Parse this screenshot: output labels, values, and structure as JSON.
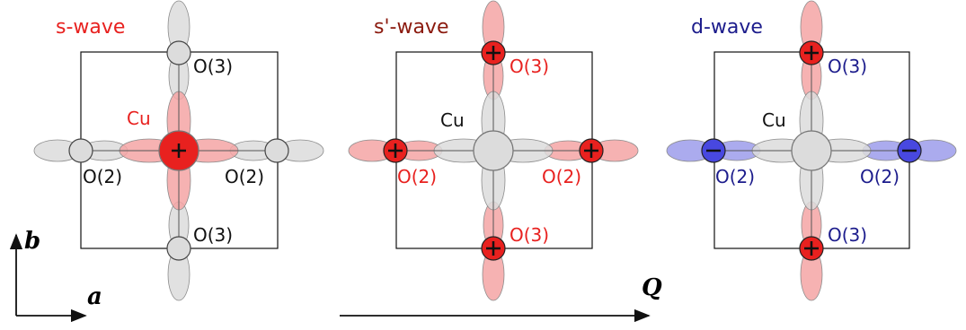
{
  "colors": {
    "red": "#e8211f",
    "red_light": "#f5a5a5",
    "dark_red": "#8b1a0e",
    "blue_dark": "#1c1c8c",
    "blue_fill": "#4848e0",
    "blue_light": "#9c9ceb",
    "gray_lobe": "#dcdcdc",
    "gray_stroke": "#8c8c8c",
    "black": "#111111"
  },
  "panels": [
    {
      "title": "s-wave",
      "title_color": "#e8211f",
      "cu_label": "Cu",
      "o2_left_label": "O(2)",
      "o2_right_label": "O(2)",
      "o3_top_label": "O(3)",
      "o3_bottom_label": "O(3)",
      "cu_sign": "+",
      "o2_sign": "",
      "o3_sign": ""
    },
    {
      "title": "s'-wave",
      "title_color": "#8b1a0e",
      "cu_label": "Cu",
      "o2_left_label": "O(2)",
      "o2_right_label": "O(2)",
      "o3_top_label": "O(3)",
      "o3_bottom_label": "O(3)",
      "cu_sign": "",
      "o2_sign": "+",
      "o3_sign": "+"
    },
    {
      "title": "d-wave",
      "title_color": "#1c1c8c",
      "cu_label": "Cu",
      "o2_left_label": "O(2)",
      "o2_right_label": "O(2)",
      "o3_top_label": "O(3)",
      "o3_bottom_label": "O(3)",
      "cu_sign": "",
      "o2_sign": "−",
      "o3_sign": "+"
    }
  ],
  "axes": {
    "a_label": "a",
    "b_label": "b",
    "q_label": "Q"
  }
}
